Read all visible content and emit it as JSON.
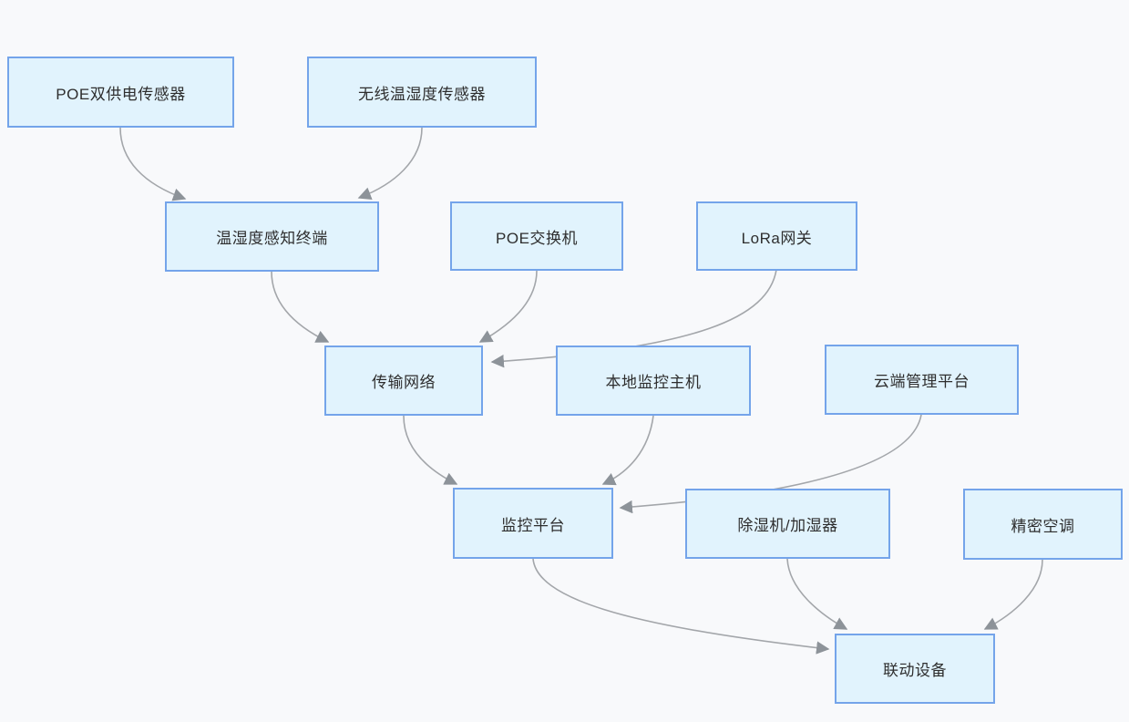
{
  "page": {
    "background": "#f8f9fb"
  },
  "diagram": {
    "type": "flowchart",
    "colors": {
      "node_fill": "#e1f3fd",
      "node_border": "#74a4ea",
      "node_text": "#2e2e2e",
      "edge_line": "#a3a6aa",
      "arrowhead": "#8d9399"
    },
    "nodes": [
      {
        "id": "poe-dual-sensor",
        "label": "POE双供电传感器"
      },
      {
        "id": "wireless-th-sensor",
        "label": "无线温湿度传感器"
      },
      {
        "id": "th-terminal",
        "label": "温湿度感知终端"
      },
      {
        "id": "poe-switch",
        "label": "POE交换机"
      },
      {
        "id": "lora-gateway",
        "label": "LoRa网关"
      },
      {
        "id": "transport-network",
        "label": "传输网络"
      },
      {
        "id": "local-monitor-host",
        "label": "本地监控主机"
      },
      {
        "id": "cloud-platform",
        "label": "云端管理平台"
      },
      {
        "id": "monitor-platform",
        "label": "监控平台"
      },
      {
        "id": "dehumidifier",
        "label": "除湿机/加湿器"
      },
      {
        "id": "precision-ac",
        "label": "精密空调"
      },
      {
        "id": "linked-devices",
        "label": "联动设备"
      }
    ],
    "edges": [
      {
        "from": "poe-dual-sensor",
        "to": "th-terminal"
      },
      {
        "from": "wireless-th-sensor",
        "to": "th-terminal"
      },
      {
        "from": "th-terminal",
        "to": "transport-network"
      },
      {
        "from": "poe-switch",
        "to": "transport-network"
      },
      {
        "from": "lora-gateway",
        "to": "transport-network"
      },
      {
        "from": "transport-network",
        "to": "monitor-platform"
      },
      {
        "from": "local-monitor-host",
        "to": "monitor-platform"
      },
      {
        "from": "cloud-platform",
        "to": "monitor-platform"
      },
      {
        "from": "monitor-platform",
        "to": "linked-devices"
      },
      {
        "from": "dehumidifier",
        "to": "linked-devices"
      },
      {
        "from": "precision-ac",
        "to": "linked-devices"
      }
    ]
  }
}
